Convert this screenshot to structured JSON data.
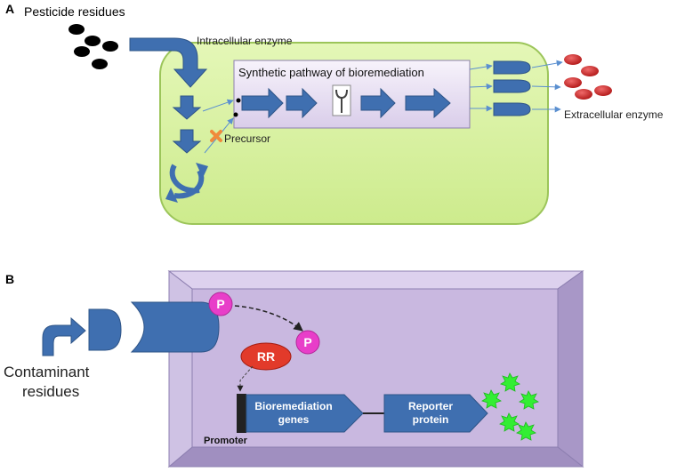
{
  "panel_a": {
    "label": "A",
    "pesticide_label": "Pesticide residues",
    "intracellular_label": "Intracellular enzyme",
    "pathway_label": "Synthetic pathway of bioremediation",
    "precursor_label": "Precursor",
    "extracellular_label": "Extracellular enzyme"
  },
  "panel_b": {
    "label": "B",
    "phospho_label": "P",
    "phospho_label_2": "P",
    "rr_label": "RR",
    "contaminant_label_1": "Contaminant",
    "contaminant_label_2": "residues",
    "genes_label_1": "Bioremediation",
    "genes_label_2": "genes",
    "reporter_label_1": "Reporter",
    "reporter_label_2": "protein",
    "promoter_label": "Promoter"
  },
  "colors": {
    "cell_fill": "#d9f2a6",
    "cell_stroke": "#9cc55a",
    "arrow_blue": "#3f6fb0",
    "arrow_stroke": "#2e5487",
    "pathway_box": "#ece6f5",
    "enzyme_red": "#d42a2a",
    "residue_black": "#000000",
    "box_purple": "#c9b8e0",
    "box_frame": "#a897c7",
    "phospho_magenta": "#e83ec9",
    "rr_red": "#e23a2a",
    "reporter_green": "#33ee33",
    "cross_orange": "#f08a3c"
  }
}
